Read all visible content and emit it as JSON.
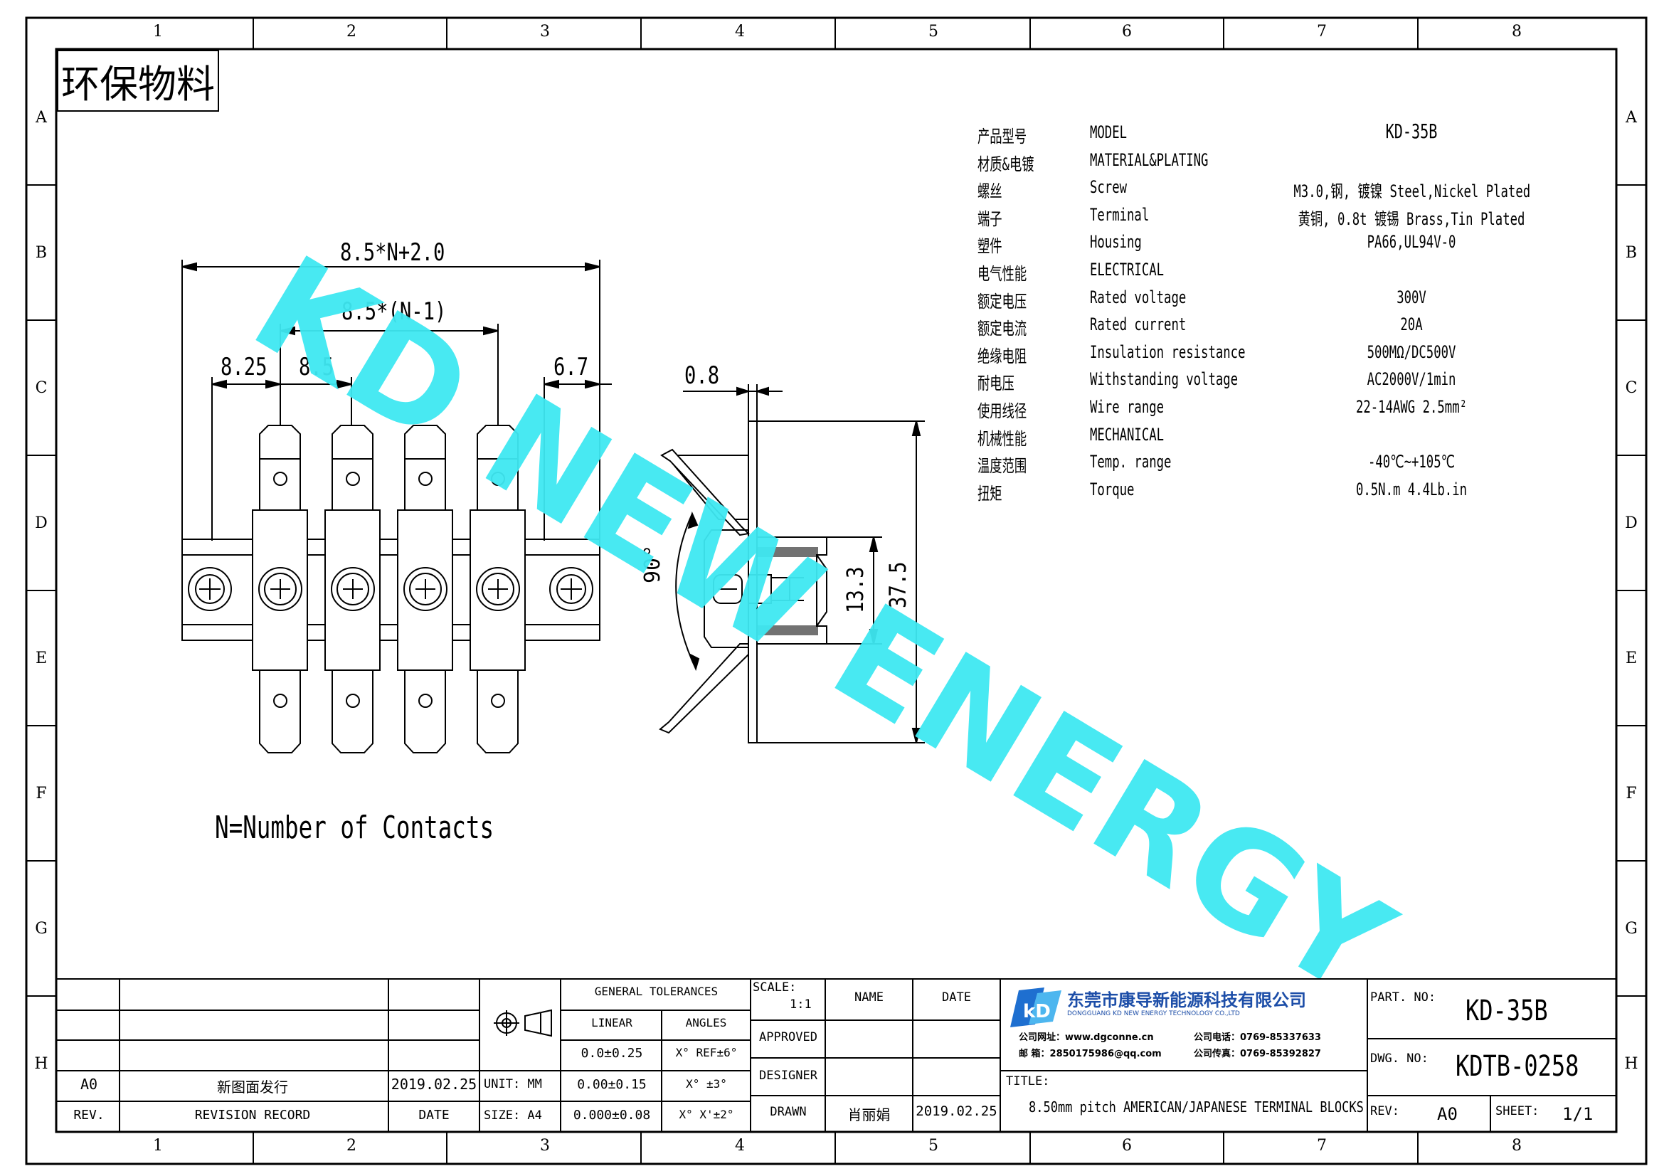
{
  "frame": {
    "columns": [
      "1",
      "2",
      "3",
      "4",
      "5",
      "6",
      "7",
      "8"
    ],
    "rows": [
      "A",
      "B",
      "C",
      "D",
      "E",
      "F",
      "G",
      "H"
    ]
  },
  "eco_label": "环保物料",
  "watermark": "KD NEW ENERGY",
  "dimensions": {
    "overall": "8.5*N+2.0",
    "pitch_total": "8.5*(N-1)",
    "left_offset": "8.25",
    "pitch": "8.5",
    "right_offset": "6.7",
    "thickness": "0.8",
    "angle": "90°",
    "height_inner": "13.3",
    "height_total": "37.5"
  },
  "note": "N=Number of Contacts",
  "specs": [
    {
      "cn": "产品型号",
      "en": "MODEL",
      "value": "KD-35B"
    },
    {
      "cn": "材质&电镀",
      "en": "MATERIAL&PLATING",
      "value": ""
    },
    {
      "cn": "螺丝",
      "en": "Screw",
      "value": "M3.0,钢, 镀镍 Steel,Nickel Plated"
    },
    {
      "cn": "端子",
      "en": "Terminal",
      "value": "黄铜, 0.8t 镀锡 Brass,Tin Plated"
    },
    {
      "cn": "塑件",
      "en": "Housing",
      "value": "PA66,UL94V-0"
    },
    {
      "cn": "电气性能",
      "en": "ELECTRICAL",
      "value": ""
    },
    {
      "cn": "额定电压",
      "en": "Rated voltage",
      "value": "300V"
    },
    {
      "cn": "额定电流",
      "en": "Rated current",
      "value": "20A"
    },
    {
      "cn": "绝缘电阻",
      "en": "Insulation resistance",
      "value": "500MΩ/DC500V"
    },
    {
      "cn": "耐电压",
      "en": "Withstanding voltage",
      "value": "AC2000V/1min"
    },
    {
      "cn": "使用线径",
      "en": "Wire range",
      "value": "22-14AWG 2.5mm²"
    },
    {
      "cn": "机械性能",
      "en": "MECHANICAL",
      "value": ""
    },
    {
      "cn": "温度范围",
      "en": "Temp. range",
      "value": "-40℃~+105℃"
    },
    {
      "cn": "扭矩",
      "en": "Torque",
      "value": "0.5N.m  4.4Lb.in"
    }
  ],
  "title_block": {
    "revision": {
      "rev": "A0",
      "record": "新图面发行",
      "date": "2019.02.25"
    },
    "revision_headers": {
      "rev": "REV.",
      "record": "REVISION RECORD",
      "date": "DATE"
    },
    "unit": "UNIT: MM",
    "size": "SIZE: A4",
    "general_tolerances": "GENERAL TOLERANCES",
    "linear": "LINEAR",
    "angles": "ANGLES",
    "tol_linear": [
      "0.0±0.25",
      "0.00±0.15",
      "0.000±0.08"
    ],
    "tol_angles": [
      "X° REF±6°",
      "X° ±3°",
      "X° X'±2°"
    ],
    "scale_label": "SCALE:",
    "scale_value": "1:1",
    "name_label": "NAME",
    "date_label": "DATE",
    "approved": "APPROVED",
    "designer": "DESIGNER",
    "drawn": "DRAWN",
    "drawn_name": "肖丽娟",
    "drawn_date": "2019.02.25",
    "company_cn": "东莞市康导新能源科技有限公司",
    "company_en": "DONGGUANG KD NEW ENERGY TECHNOLOGY CO.,LTD",
    "website_label": "公司网址：",
    "website": "www.dgconne.cn",
    "phone_label": "公司电话：",
    "phone": "0769-85337633",
    "email_label": "邮    箱：",
    "email": "2850175986@qq.com",
    "fax_label": "公司传真：",
    "fax": "0769-85392827",
    "title_label": "TITLE:",
    "title": "8.50mm pitch AMERICAN/JAPANESE TERMINAL BLOCKS",
    "part_no_label": "PART. NO:",
    "part_no": "KD-35B",
    "dwg_no_label": "DWG. NO:",
    "dwg_no": "KDTB-0258",
    "rev_label": "REV:",
    "rev_value": "A0",
    "sheet_label": "SHEET:",
    "sheet_value": "1/1"
  }
}
